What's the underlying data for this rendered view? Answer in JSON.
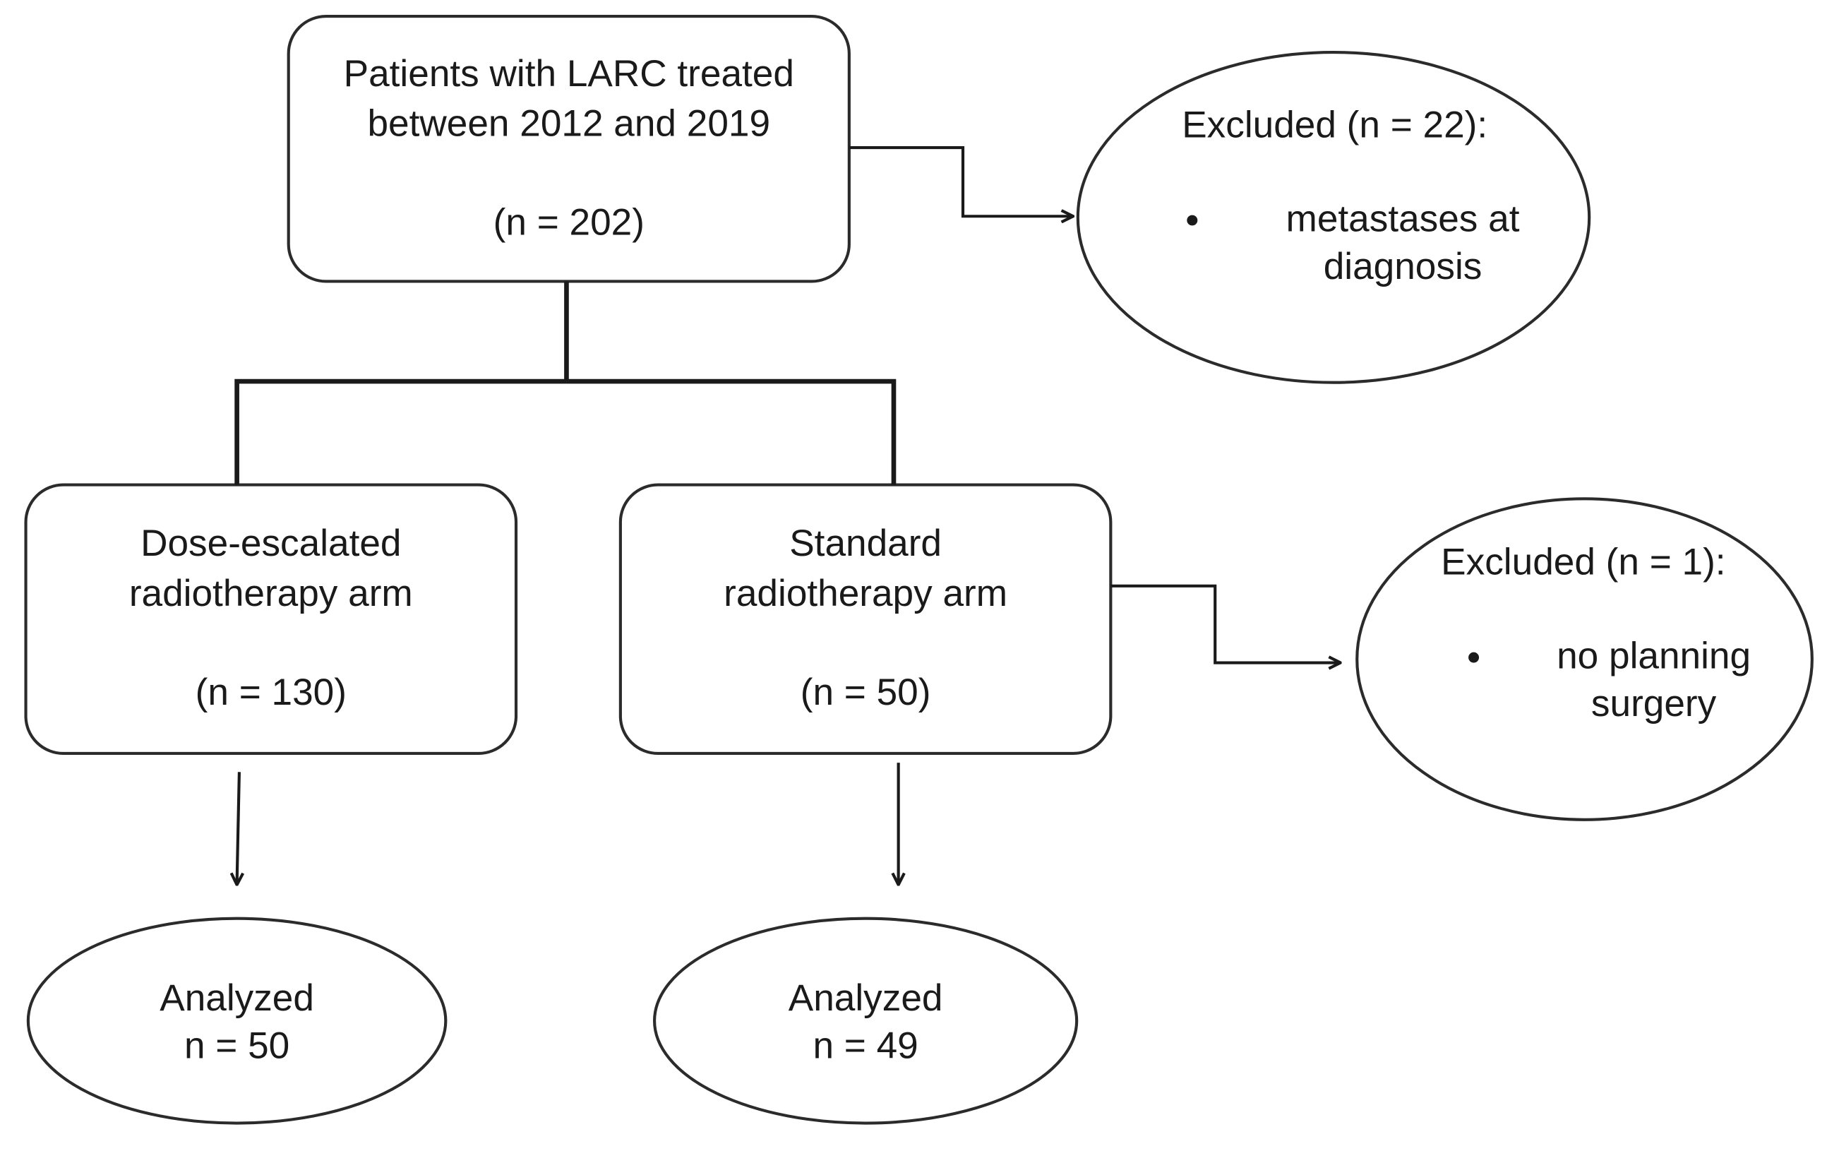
{
  "boxes": {
    "source": {
      "line1": "Patients with LARC treated",
      "line2": "between 2012 and 2019",
      "count": "(n = 202)"
    },
    "dose_escalated_arm": {
      "line1": "Dose-escalated",
      "line2": "radiotherapy arm",
      "count": "(n = 130)"
    },
    "standard_arm": {
      "line1": "Standard",
      "line2": "radiotherapy arm",
      "count": "(n = 50)"
    }
  },
  "exclusions": {
    "top": {
      "title": "Excluded (n = 22):",
      "reason_line1": "metastases at",
      "reason_line2": "diagnosis"
    },
    "standard": {
      "title": "Excluded (n = 1):",
      "reason_line1": "no planning",
      "reason_line2": "surgery"
    }
  },
  "analyzed": {
    "dose_escalated": {
      "line1": "Analyzed",
      "line2": "n = 50"
    },
    "standard": {
      "line1": "Analyzed",
      "line2": "n = 49"
    }
  }
}
